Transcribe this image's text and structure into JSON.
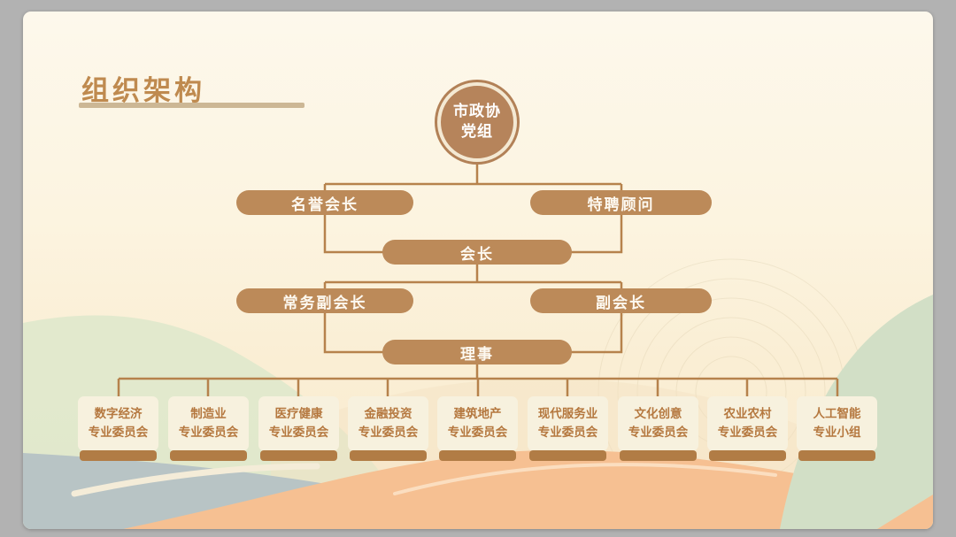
{
  "slide": {
    "title": "组织架构"
  },
  "chart": {
    "root": {
      "line1": "市政协",
      "line2": "党组"
    },
    "level2": [
      {
        "label": "名誉会长"
      },
      {
        "label": "特聘顾问"
      }
    ],
    "level3": {
      "label": "会长"
    },
    "level4": [
      {
        "label": "常务副会长"
      },
      {
        "label": "副会长"
      }
    ],
    "level5": {
      "label": "理事"
    },
    "committees": [
      {
        "line1": "数字经济",
        "line2": "专业委员会"
      },
      {
        "line1": "制造业",
        "line2": "专业委员会"
      },
      {
        "line1": "医疗健康",
        "line2": "专业委员会"
      },
      {
        "line1": "金融投资",
        "line2": "专业委员会"
      },
      {
        "line1": "建筑地产",
        "line2": "专业委员会"
      },
      {
        "line1": "现代服务业",
        "line2": "专业委员会"
      },
      {
        "line1": "文化创意",
        "line2": "专业委员会"
      },
      {
        "line1": "农业农村",
        "line2": "专业委员会"
      },
      {
        "line1": "人工智能",
        "line2": "专业小组"
      }
    ]
  },
  "colors": {
    "accent_brown": "#bc8a59",
    "connector": "#b6824c",
    "title_text": "#bf8a4f",
    "title_underline": "#ccb795",
    "box_bg": "#f7f1de",
    "box_text": "#b5783f",
    "box_base": "#b17c45",
    "slide_bg": "#fcf4e0",
    "wave_orange": "#f6c092",
    "wave_green_left": "#dde7cb",
    "wave_green_right": "#d2dfc6",
    "wave_blue": "#b8c4c5",
    "frame_gray": "#b2b2b2"
  }
}
